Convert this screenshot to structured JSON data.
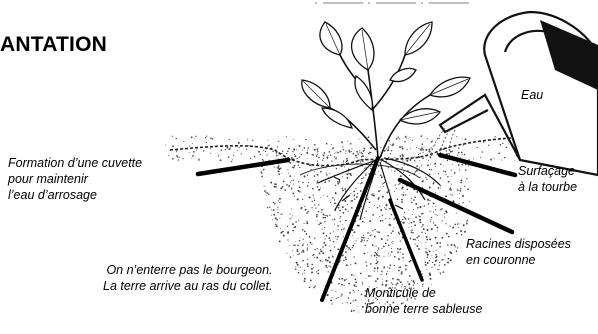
{
  "heading": "ANTATION",
  "labels": {
    "cuvette": [
      "Formation d’une cuvette",
      "pour maintenir",
      "l’eau d’arrosage"
    ],
    "eau": "Eau",
    "surfacage": [
      "Surfaçage",
      "à la tourbe"
    ],
    "racines": [
      "Racines disposées",
      "en couronne"
    ],
    "bourgeon": [
      "On n’enterre pas le bourgeon.",
      "La terre arrive au ras du collet."
    ],
    "monticule": [
      "Monticule de",
      "bonne terre sableuse"
    ]
  }
}
